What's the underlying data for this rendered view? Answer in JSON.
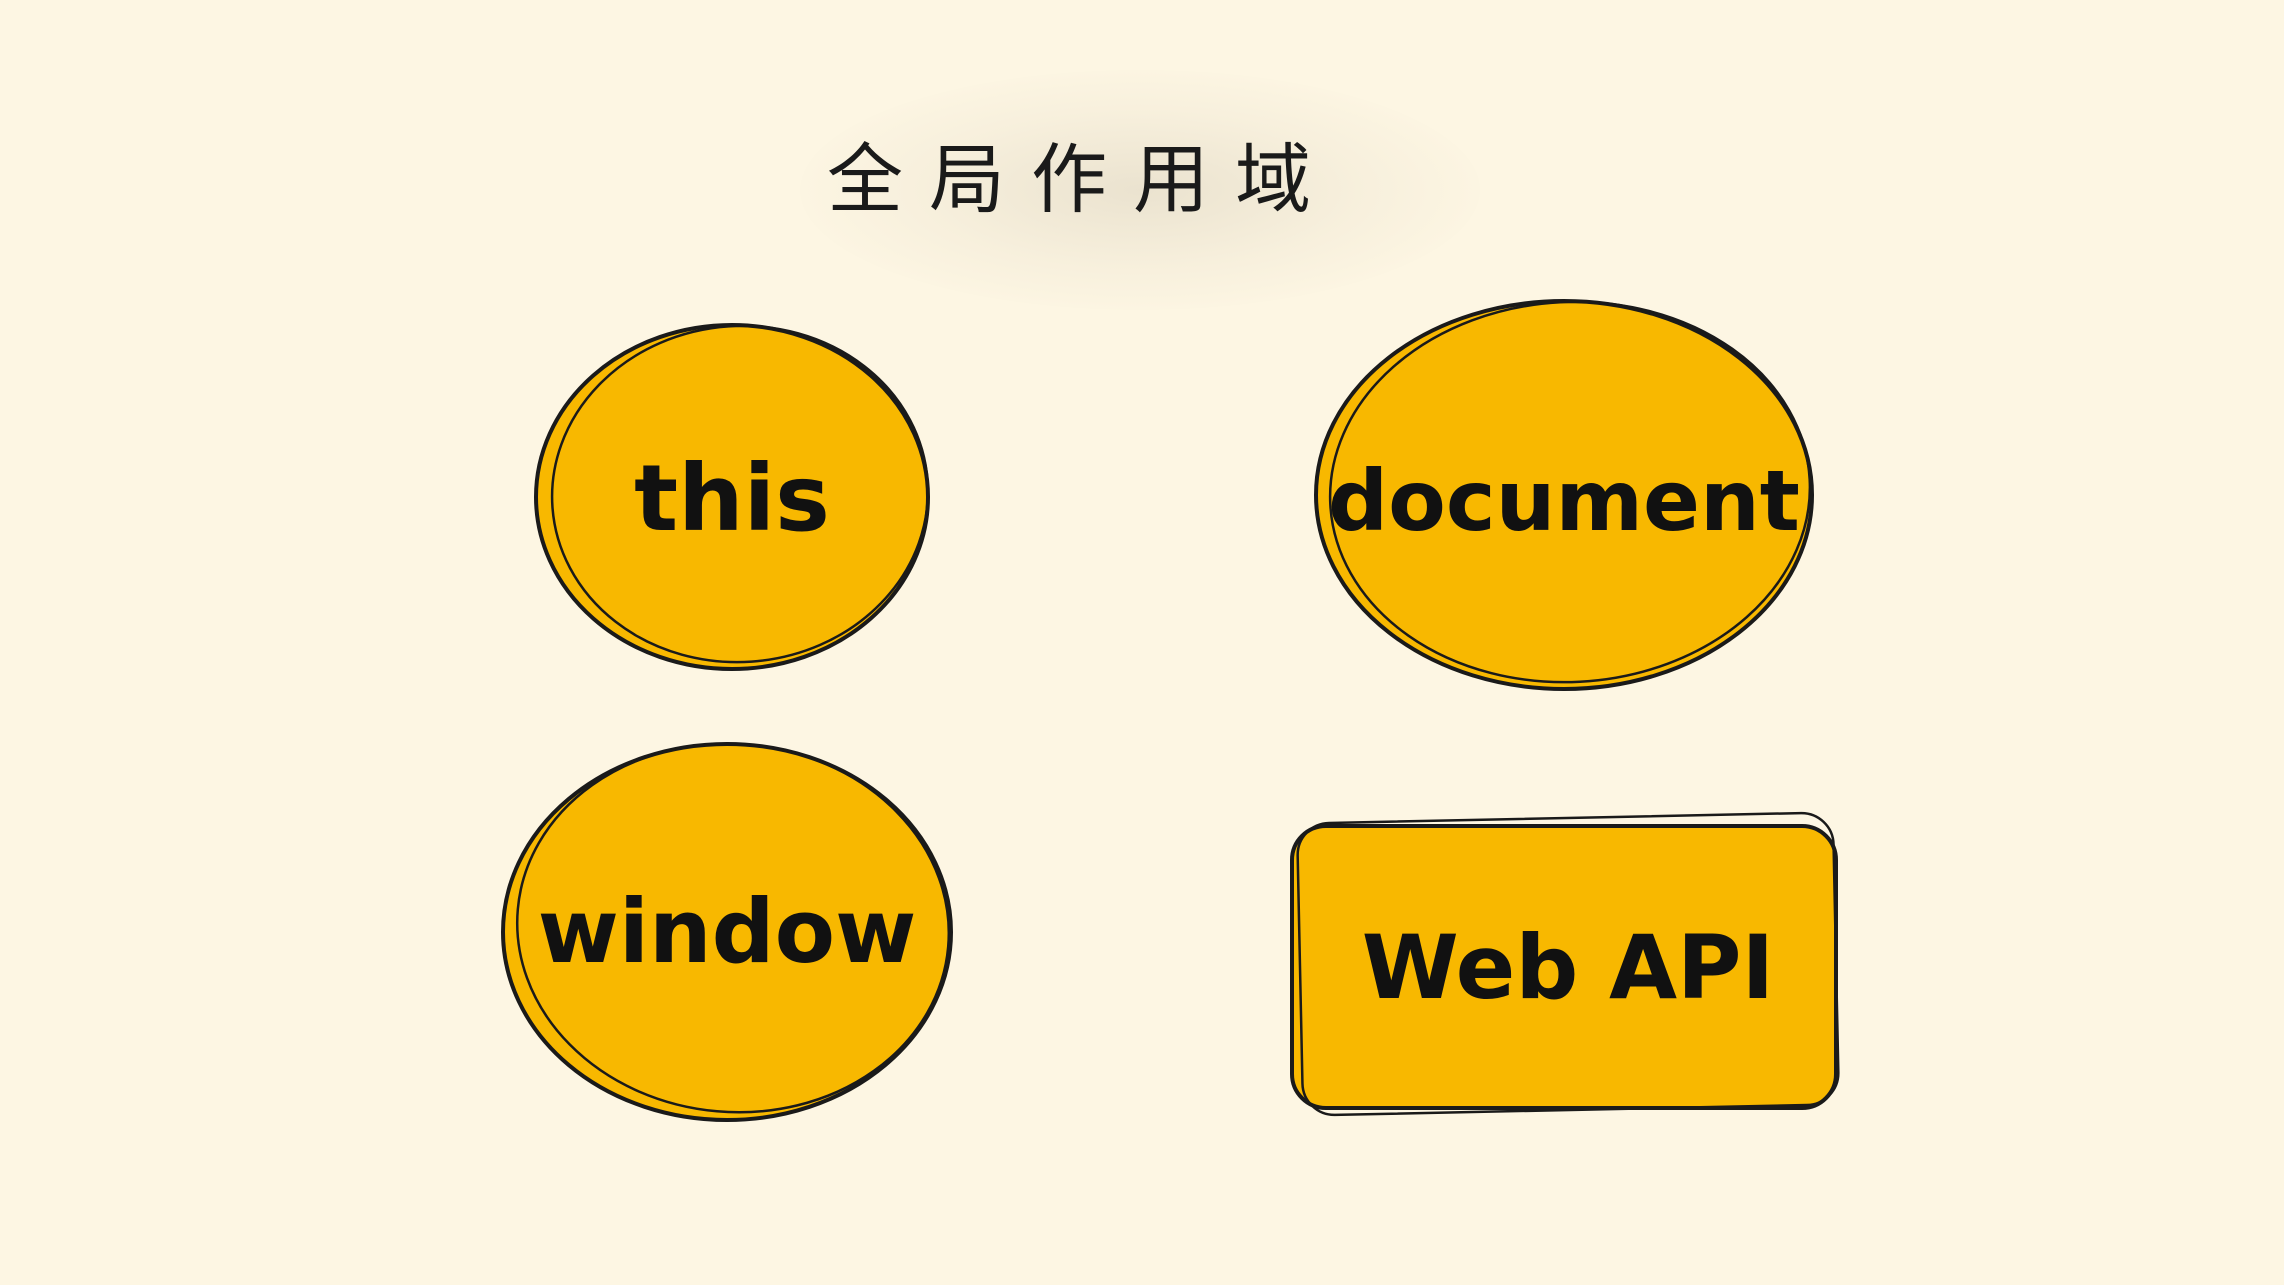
{
  "title": "全局作用域",
  "colors": {
    "background": "#fdf6e3",
    "node_fill": "#f8b800",
    "outline": "#1a1a1a"
  },
  "nodes": [
    {
      "id": "this",
      "label": "this",
      "shape": "ellipse"
    },
    {
      "id": "document",
      "label": "document",
      "shape": "ellipse"
    },
    {
      "id": "window",
      "label": "window",
      "shape": "ellipse"
    },
    {
      "id": "web-api",
      "label": "Web API",
      "shape": "rounded-rect"
    }
  ]
}
